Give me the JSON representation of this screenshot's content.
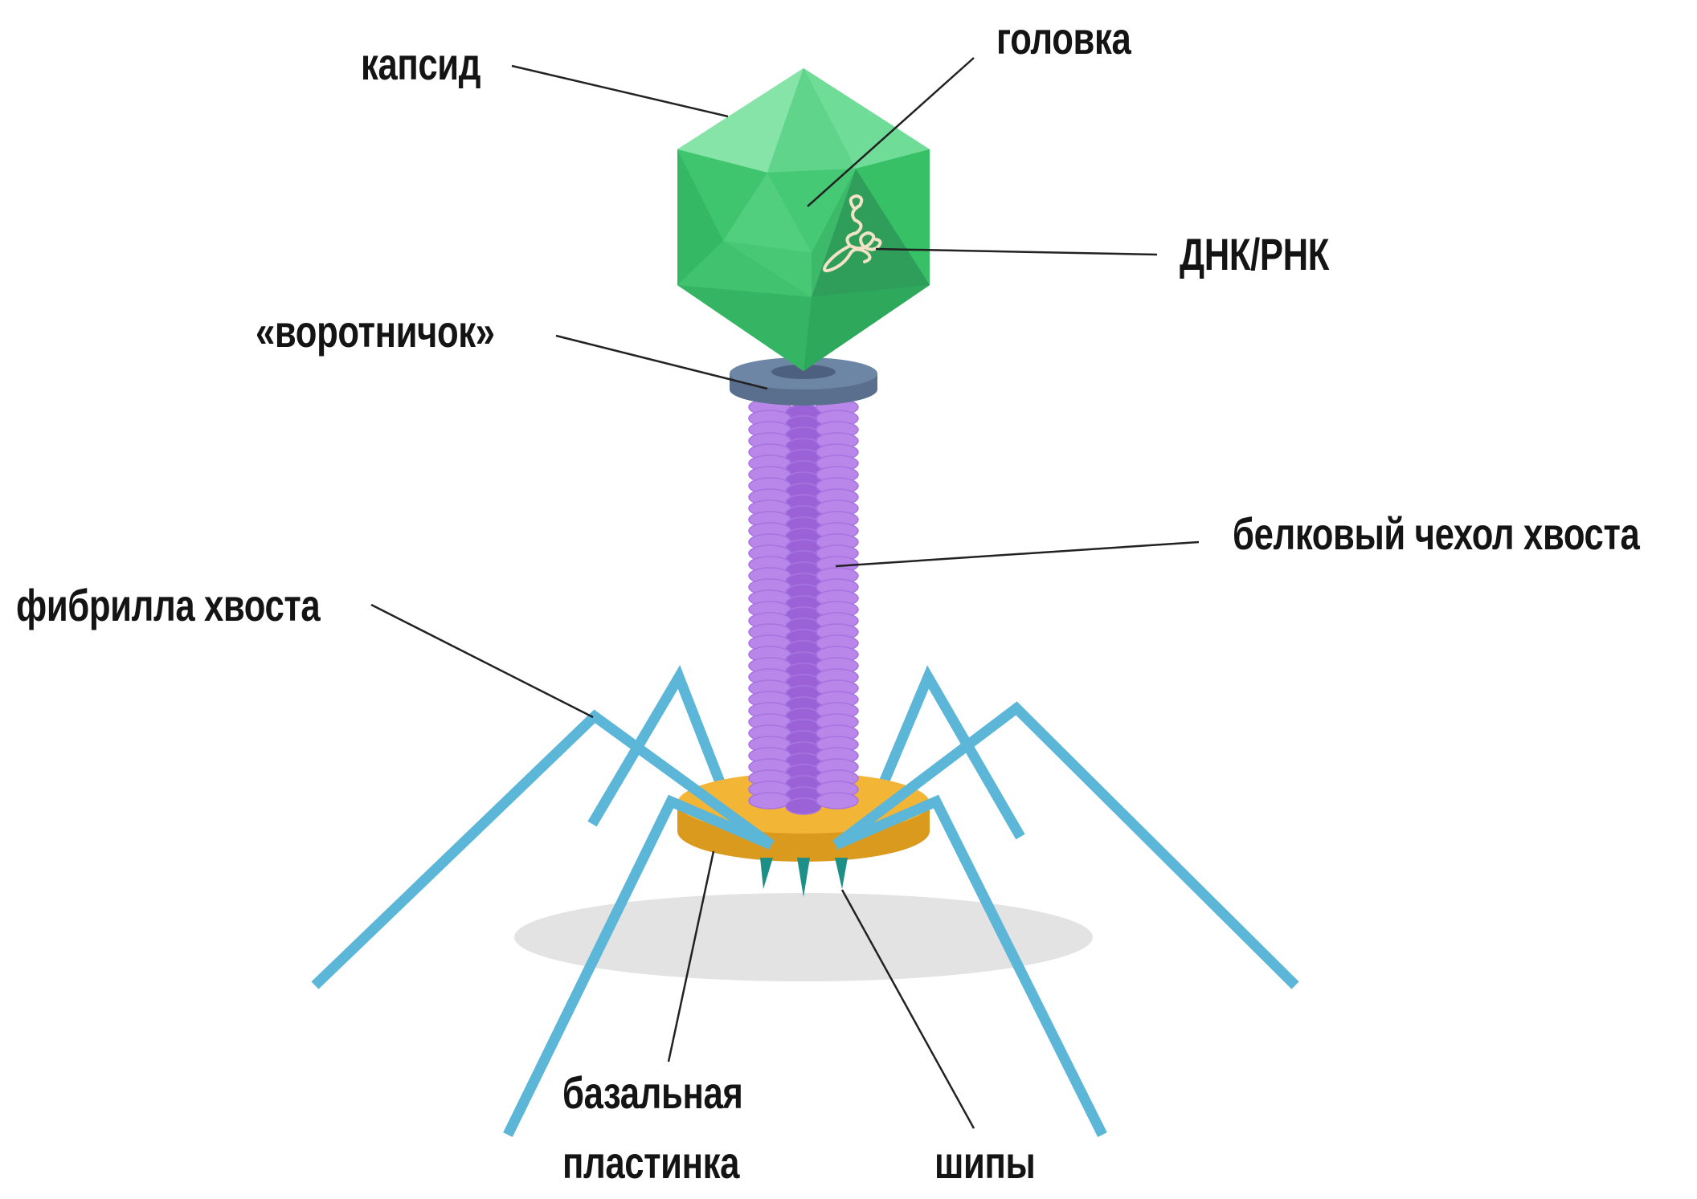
{
  "labels": {
    "capsid": "капсид",
    "head": "головка",
    "nucleic_acid": "ДНК/РНК",
    "collar": "«воротничок»",
    "sheath": "белковый чехол хвоста",
    "tail_fiber": "фибрилла хвоста",
    "baseplate_line1": "базальная",
    "baseplate_line2": "пластинка",
    "spikes": "шипы"
  },
  "colors": {
    "capsid": "#3dc46b",
    "capsid_light": "#7fe0a0",
    "capsid_dark": "#2aa756",
    "collar": "#6e86a6",
    "sheath": "#b986ea",
    "sheath_dark": "#9a62d6",
    "baseplate": "#f2b535",
    "baseplate_edge": "#d99a1e",
    "spikes": "#1e8f86",
    "fibers": "#5bb6d8",
    "shadow": "#e3e3e3",
    "leader": "#222222"
  }
}
